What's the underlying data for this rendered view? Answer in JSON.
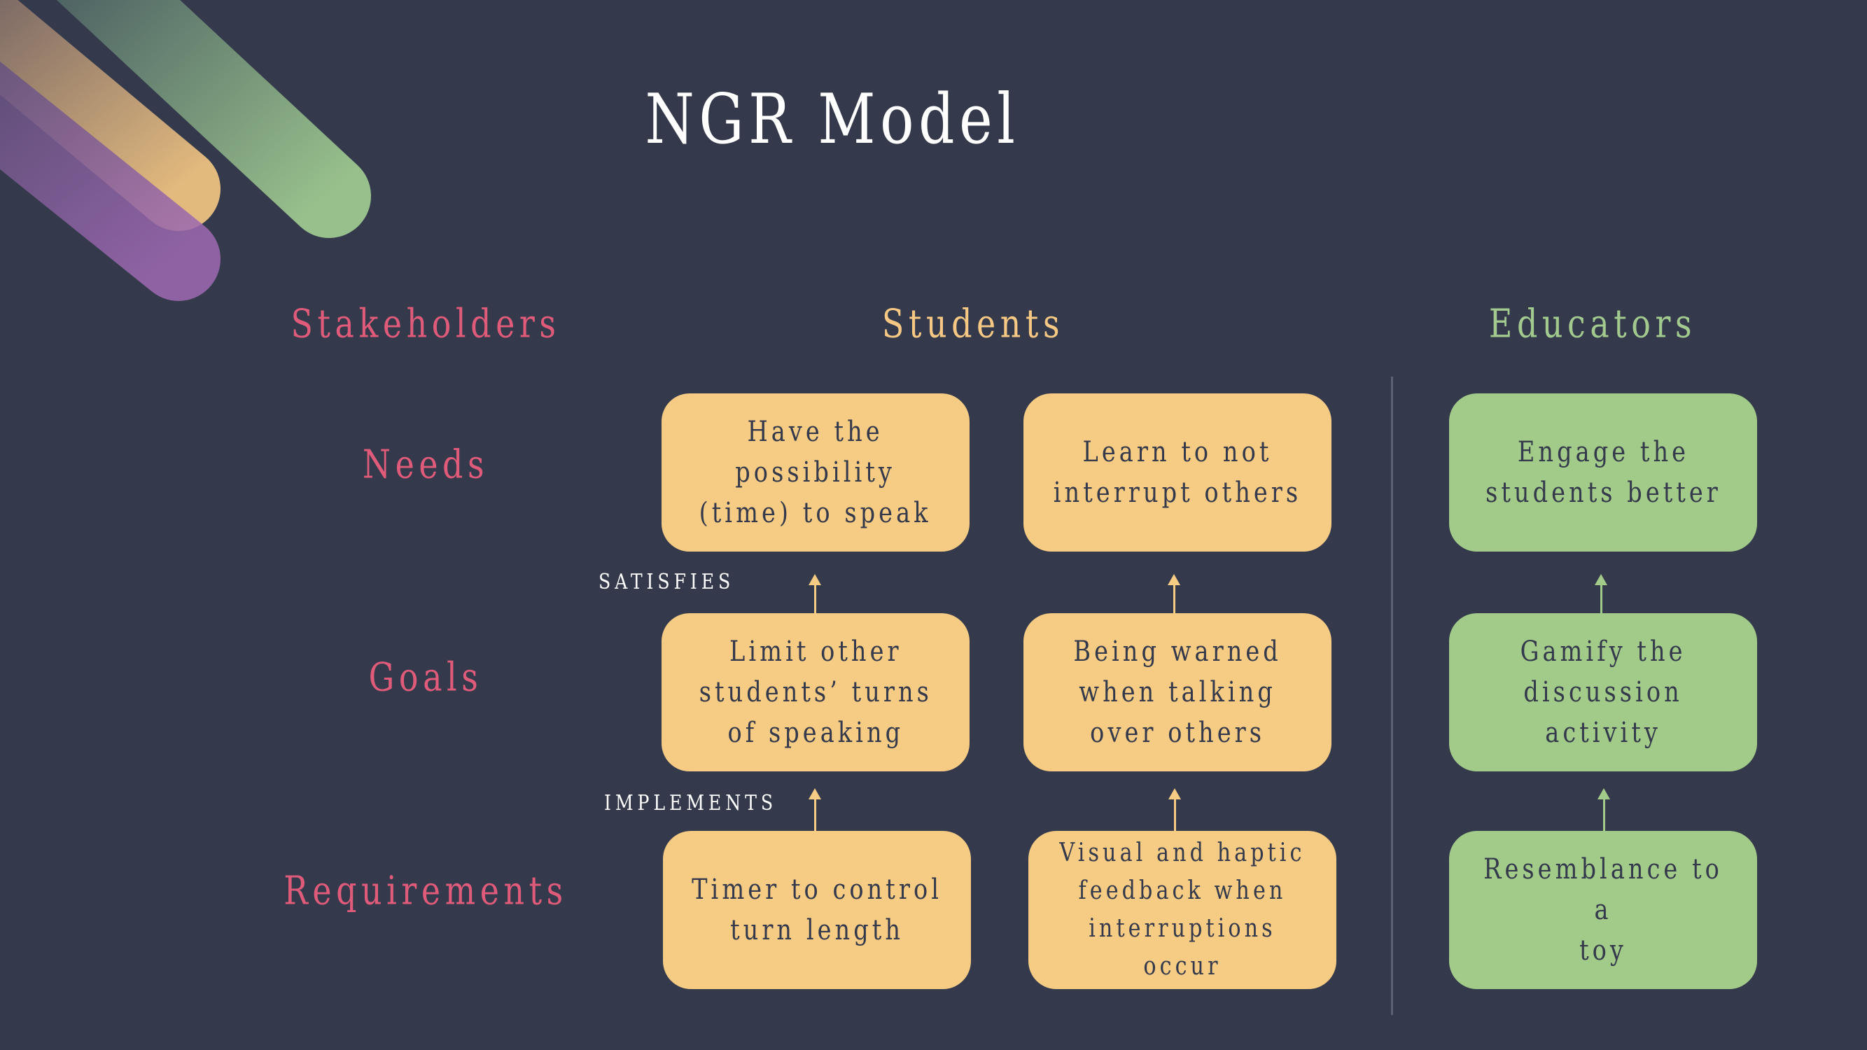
{
  "title": "NGR Model",
  "headers": {
    "stakeholders": "Stakeholders",
    "students": "Students",
    "educators": "Educators"
  },
  "rows": {
    "needs": "Needs",
    "goals": "Goals",
    "requirements": "Requirements"
  },
  "relations": {
    "satisfies": "SATISFIES",
    "implements": "IMPLEMENTS"
  },
  "students": {
    "col1": {
      "need": "Have the\npossibility\n(time) to speak",
      "goal": "Limit other\nstudents’ turns\nof speaking",
      "requirement": "Timer to control\nturn length"
    },
    "col2": {
      "need": "Learn to not\ninterrupt others",
      "goal": "Being warned\nwhen talking\nover others",
      "requirement": "Visual and haptic\nfeedback when\ninterruptions\noccur"
    }
  },
  "educators": {
    "need": "Engage the\nstudents better",
    "goal": "Gamify the\ndiscussion\nactivity",
    "requirement": "Resemblance to a\ntoy"
  },
  "colors": {
    "background": "#343a4b",
    "yellow": "#f6cb84",
    "green": "#a2cb8a",
    "pink": "#e05a7a",
    "purple": "#a06ab4"
  }
}
